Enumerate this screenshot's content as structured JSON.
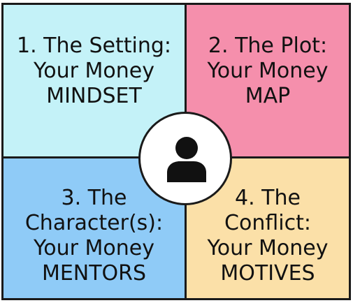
{
  "quadrants": [
    {
      "lines": [
        "1. The Setting:",
        "Your Money",
        "MINDSET"
      ],
      "color": "#c4f2f8"
    },
    {
      "lines": [
        "2. The Plot:",
        "Your Money",
        "MAP"
      ],
      "color": "#f58fac"
    },
    {
      "lines": [
        "3. The",
        "Character(s):",
        "Your Money",
        "MENTORS"
      ],
      "color": "#8fcbf7"
    },
    {
      "lines": [
        "4. The",
        "Conflict:",
        "Your Money",
        "MOTIVES"
      ],
      "color": "#fbe0a8"
    }
  ],
  "center": {
    "icon": "person-icon"
  }
}
